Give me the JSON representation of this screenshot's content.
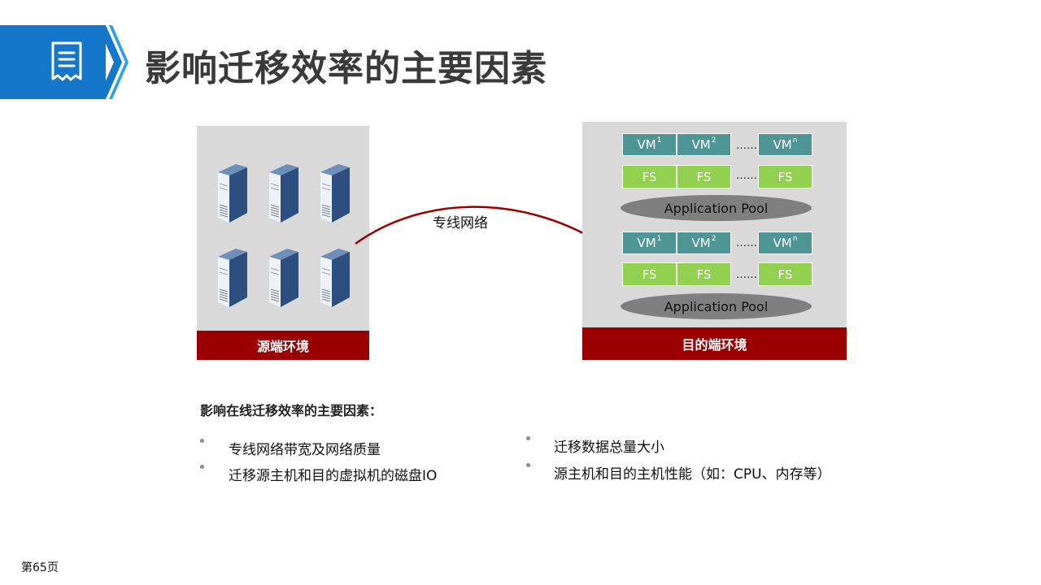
{
  "header": {
    "title": "影响迁移效率的主要因素",
    "accent_color": "#1577c9",
    "icon": "document-icon"
  },
  "source": {
    "label": "源端环境",
    "servers": [
      "server-icon",
      "server-icon",
      "server-icon",
      "server-icon",
      "server-icon",
      "server-icon"
    ]
  },
  "network": {
    "label": "专线网络",
    "arrow_color": "#9b0000"
  },
  "destination": {
    "label": "目的端环境",
    "groups": [
      {
        "vms": [
          {
            "base": "VM",
            "sup": "1"
          },
          {
            "base": "VM",
            "sup": "2"
          },
          {
            "base": "VM",
            "sup": "n"
          }
        ],
        "fs": [
          "FS",
          "FS",
          "FS"
        ],
        "ellipsis": "……",
        "pool": "Application Pool"
      },
      {
        "vms": [
          {
            "base": "VM",
            "sup": "1"
          },
          {
            "base": "VM",
            "sup": "2"
          },
          {
            "base": "VM",
            "sup": "n"
          }
        ],
        "fs": [
          "FS",
          "FS",
          "FS"
        ],
        "ellipsis": "……",
        "pool": "Application Pool"
      }
    ]
  },
  "factors": {
    "title": "影响在线迁移效率的主要因素：",
    "left": [
      "专线网络带宽及网络质量",
      "迁移源主机和目的虚拟机的磁盘IO"
    ],
    "right": [
      "迁移数据总量大小",
      "源主机和目的主机性能（如：CPU、内存等）"
    ]
  },
  "footer": {
    "page": "第65页"
  },
  "colors": {
    "label_bg": "#9b0000",
    "vm_bg": "#4e9595",
    "fs_bg": "#92d050",
    "pool_bg": "#7f7f7f",
    "panel_bg": "#d9d9d9"
  }
}
